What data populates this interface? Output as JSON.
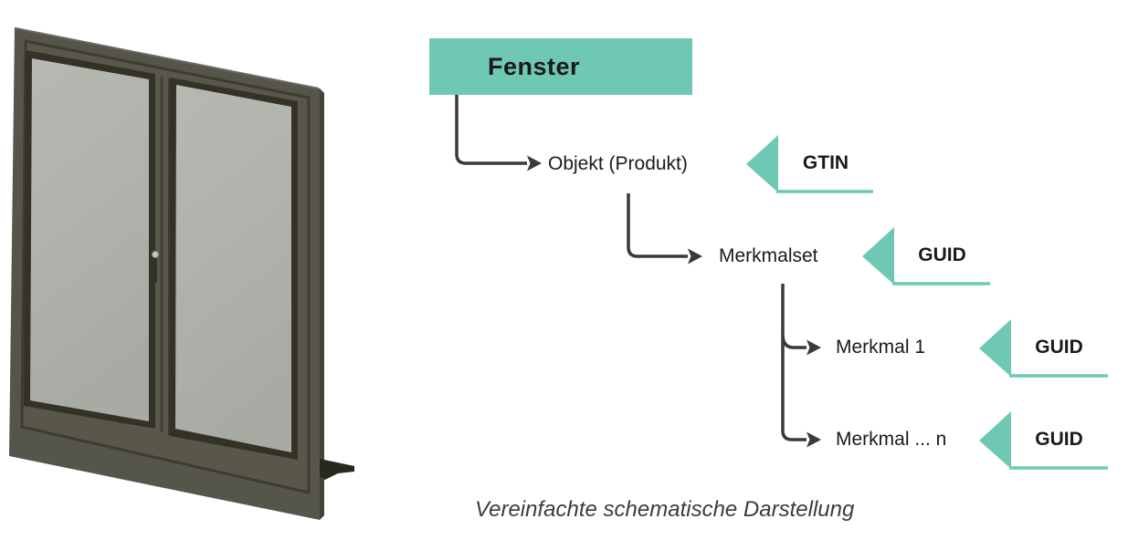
{
  "colors": {
    "accent_teal": "#6EC8B4",
    "connector": "#3A3A3A",
    "text": "#1A1A1A",
    "caption_text": "#3C3C3C",
    "frame_olive": "#56554B",
    "glass_gray": "#B0B2AC",
    "background": "#FFFFFF"
  },
  "diagram": {
    "root_label": "Fenster",
    "nodes": [
      {
        "label": "Objekt (Produkt)",
        "tag": "GTIN"
      },
      {
        "label": "Merkmalset",
        "tag": "GUID"
      },
      {
        "label": "Merkmal 1",
        "tag": "GUID"
      },
      {
        "label": "Merkmal ... n",
        "tag": "GUID"
      }
    ],
    "caption": "Vereinfachte schematische Darstellung"
  }
}
